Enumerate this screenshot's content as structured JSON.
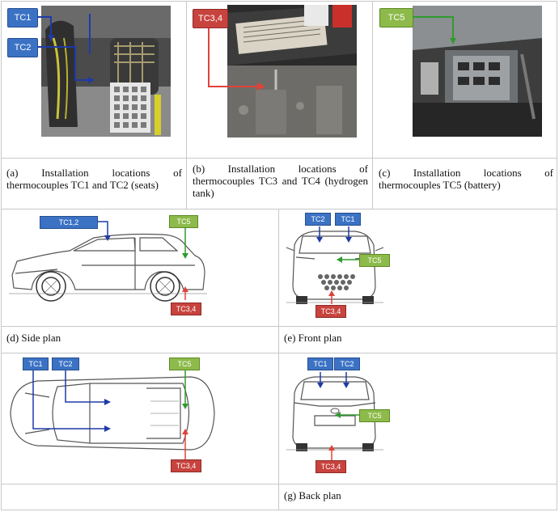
{
  "captions": {
    "a": "(a)  Installation  locations  of thermocouples TC1 and TC2 (seats)",
    "b": "(b)  Installation  locations  of thermocouples TC3 and TC4 (hydrogen tank)",
    "c": "(c)  Installation  locations  of thermocouples TC5 (battery)",
    "d": "(d) Side plan",
    "e": "(e) Front plan",
    "g": "(g) Back plan"
  },
  "labels": {
    "tc1": "TC1",
    "tc2": "TC2",
    "tc34": "TC3,4",
    "tc5": "TC5",
    "tc12": "TC1,2"
  },
  "colors": {
    "blue_tag": "#3b72c4",
    "red_tag": "#c8433e",
    "green_tag": "#8dba4a",
    "blue_arrow": "#1f3aa8",
    "red_arrow": "#e0423a",
    "green_arrow": "#2f9b2f"
  }
}
